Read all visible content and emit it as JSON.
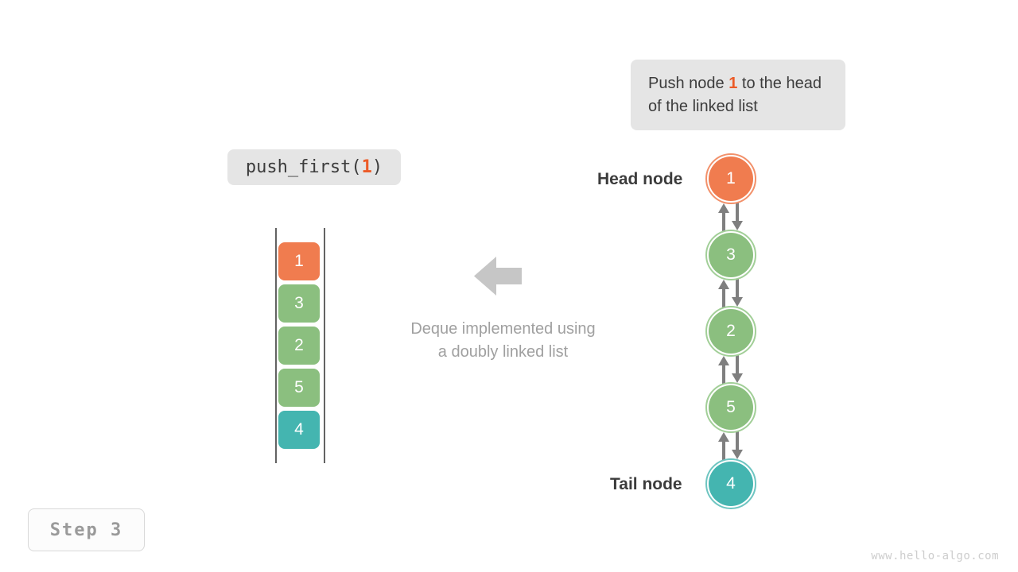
{
  "operation_callout": {
    "text_before": "Push node ",
    "highlight": "1",
    "text_after": " to the head of the linked list"
  },
  "function_chip": {
    "name": "push_first(",
    "argument": "1",
    "close": ")"
  },
  "step_badge": {
    "label": "Step 3"
  },
  "watermark": {
    "text": "www.hello-algo.com"
  },
  "center_caption": {
    "line1": "Deque implemented using",
    "line2": "a doubly linked list"
  },
  "arrow_icon": {
    "name": "left-arrow-icon"
  },
  "deque_stack": {
    "boxes": [
      {
        "value": "1",
        "color": "#f07c4f"
      },
      {
        "value": "3",
        "color": "#8bbf7f"
      },
      {
        "value": "2",
        "color": "#8bbf7f"
      },
      {
        "value": "5",
        "color": "#8bbf7f"
      },
      {
        "value": "4",
        "color": "#44b5b0"
      }
    ]
  },
  "linked_list": {
    "head_label": "Head node",
    "tail_label": "Tail node",
    "nodes": [
      {
        "value": "1",
        "color": "#f07c4f",
        "ring": "#f2916b"
      },
      {
        "value": "3",
        "color": "#8bbf7f",
        "ring": "#a2cf98"
      },
      {
        "value": "2",
        "color": "#8bbf7f",
        "ring": "#a2cf98"
      },
      {
        "value": "5",
        "color": "#8bbf7f",
        "ring": "#a2cf98"
      },
      {
        "value": "4",
        "color": "#44b5b0",
        "ring": "#6ec5c1"
      }
    ],
    "link_count": 4,
    "arrow_color": "#7f7f7f"
  },
  "colors": {
    "accent_orange": "#ec5b28",
    "node_orange": "#f07c4f",
    "node_green": "#8bbf7f",
    "node_teal": "#44b5b0",
    "callout_bg": "#e5e5e5",
    "text_dark": "#3c3c3c",
    "text_muted": "#a0a0a0",
    "rail": "#636363"
  }
}
